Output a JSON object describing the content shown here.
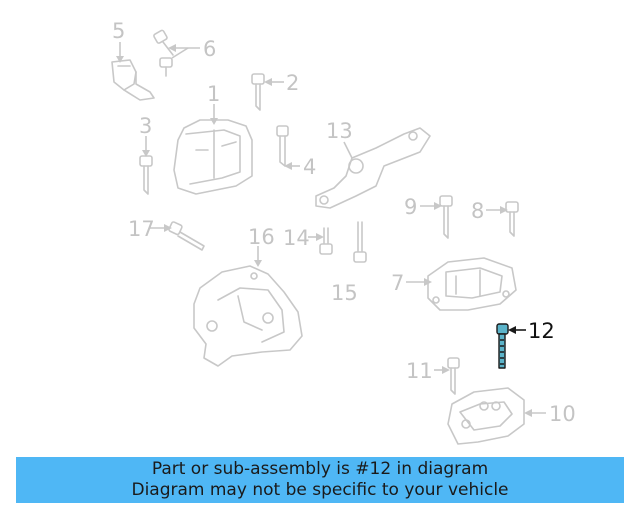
{
  "callouts": [
    {
      "id": "1",
      "label": "1"
    },
    {
      "id": "2",
      "label": "2"
    },
    {
      "id": "3",
      "label": "3"
    },
    {
      "id": "4",
      "label": "4"
    },
    {
      "id": "5",
      "label": "5"
    },
    {
      "id": "6",
      "label": "6"
    },
    {
      "id": "7",
      "label": "7"
    },
    {
      "id": "8",
      "label": "8"
    },
    {
      "id": "9",
      "label": "9"
    },
    {
      "id": "10",
      "label": "10"
    },
    {
      "id": "11",
      "label": "11"
    },
    {
      "id": "12",
      "label": "12"
    },
    {
      "id": "13",
      "label": "13"
    },
    {
      "id": "14",
      "label": "14"
    },
    {
      "id": "15",
      "label": "15"
    },
    {
      "id": "16",
      "label": "16"
    },
    {
      "id": "17",
      "label": "17"
    }
  ],
  "highlighted_part": "12",
  "colors": {
    "banner": "#4fb7f5",
    "highlight_fill": "#5bb3c9",
    "part_lines": "#c8c8c8",
    "text_dark": "#1a1a1a"
  },
  "banner": {
    "line1": "Part or sub-assembly is #12 in diagram",
    "line2": "Diagram may not be specific to your vehicle"
  }
}
